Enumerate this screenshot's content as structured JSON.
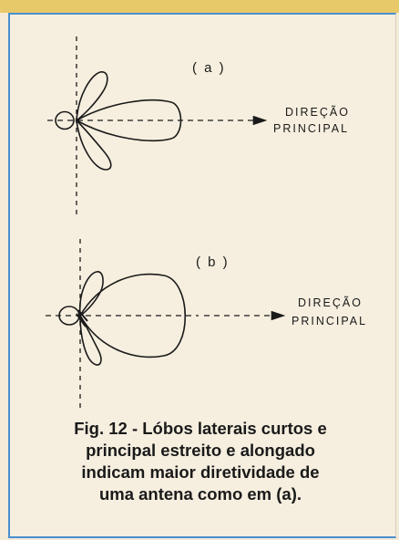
{
  "figure": {
    "panels": [
      {
        "id": "a",
        "label": "( a )",
        "direction_line1": "DIREÇÃO",
        "direction_line2": "PRINCIPAL"
      },
      {
        "id": "b",
        "label": "( b )",
        "direction_line1": "DIREÇÃO",
        "direction_line2": "PRINCIPAL"
      }
    ],
    "caption_lines": [
      "Fig. 12 - Lóbos laterais curtos e",
      "principal estreito e alongado",
      "indicam maior diretividade de",
      "uma antena como em (a)."
    ]
  },
  "colors": {
    "frame": "#4a8fcf",
    "ink": "#1a1a1a",
    "paper": "#f6efdf"
  }
}
